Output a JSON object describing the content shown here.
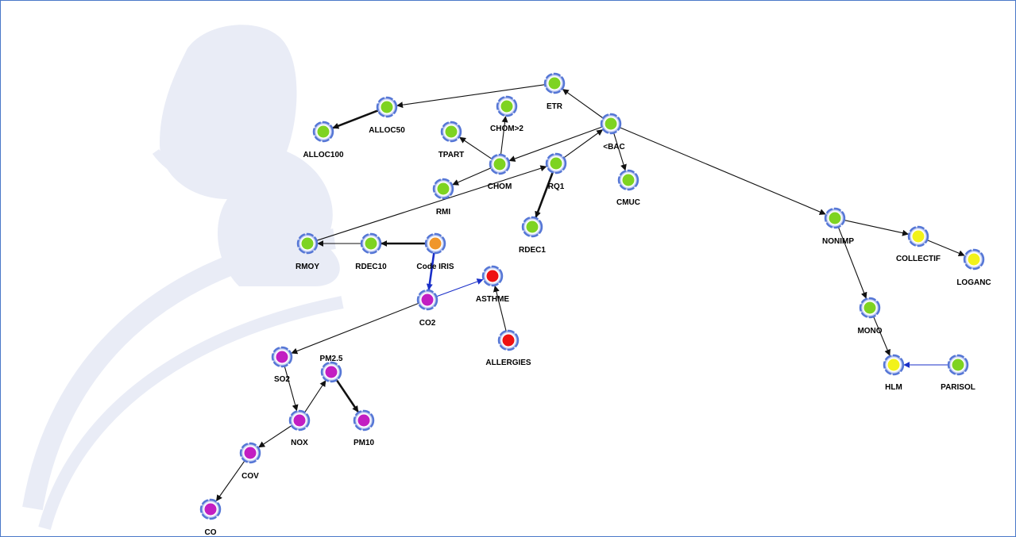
{
  "graph": {
    "nodes": [
      {
        "id": "ETR",
        "label": "ETR",
        "group": "socio"
      },
      {
        "id": "ALLOC50",
        "label": "ALLOC50",
        "group": "socio"
      },
      {
        "id": "ALLOC100",
        "label": "ALLOC100",
        "group": "socio"
      },
      {
        "id": "CHOM>2",
        "label": "CHOM>2",
        "group": "socio"
      },
      {
        "id": "TPART",
        "label": "TPART",
        "group": "socio"
      },
      {
        "id": "<BAC",
        "label": "<BAC",
        "group": "socio"
      },
      {
        "id": "CHOM",
        "label": "CHOM",
        "group": "socio"
      },
      {
        "id": "RQ1",
        "label": "RQ1",
        "group": "socio"
      },
      {
        "id": "RMI",
        "label": "RMI",
        "group": "socio"
      },
      {
        "id": "CMUC",
        "label": "CMUC",
        "group": "socio"
      },
      {
        "id": "RDEC1",
        "label": "RDEC1",
        "group": "socio"
      },
      {
        "id": "RMOY",
        "label": "RMOY",
        "group": "socio"
      },
      {
        "id": "RDEC10",
        "label": "RDEC10",
        "group": "socio"
      },
      {
        "id": "Code IRIS",
        "label": "Code IRIS",
        "group": "root"
      },
      {
        "id": "CO2",
        "label": "CO2",
        "group": "pollution"
      },
      {
        "id": "ASTHME",
        "label": "ASTHME",
        "group": "health"
      },
      {
        "id": "ALLERGIES",
        "label": "ALLERGIES",
        "group": "health"
      },
      {
        "id": "SO2",
        "label": "SO2",
        "group": "pollution"
      },
      {
        "id": "PM2.5",
        "label": "PM2.5",
        "group": "pollution"
      },
      {
        "id": "PM10",
        "label": "PM10",
        "group": "pollution"
      },
      {
        "id": "NOX",
        "label": "NOX",
        "group": "pollution"
      },
      {
        "id": "COV",
        "label": "COV",
        "group": "pollution"
      },
      {
        "id": "CO",
        "label": "CO",
        "group": "pollution"
      },
      {
        "id": "NONIMP",
        "label": "NONIMP",
        "group": "socio"
      },
      {
        "id": "COLLECTIF",
        "label": "COLLECTIF",
        "group": "housing"
      },
      {
        "id": "LOGANC",
        "label": "LOGANC",
        "group": "housing"
      },
      {
        "id": "MONO",
        "label": "MONO",
        "group": "socio"
      },
      {
        "id": "HLM",
        "label": "HLM",
        "group": "housing"
      },
      {
        "id": "PARISOL",
        "label": "PARISOL",
        "group": "socio"
      }
    ],
    "edges": [
      {
        "from": "ETR",
        "to": "ALLOC50",
        "style": "thin"
      },
      {
        "from": "ALLOC50",
        "to": "ALLOC100",
        "style": "bold"
      },
      {
        "from": "<BAC",
        "to": "ETR",
        "style": "thin"
      },
      {
        "from": "CHOM",
        "to": "CHOM>2",
        "style": "thin"
      },
      {
        "from": "CHOM",
        "to": "TPART",
        "style": "thin"
      },
      {
        "from": "CHOM",
        "to": "RMI",
        "style": "thin"
      },
      {
        "from": "<BAC",
        "to": "CHOM",
        "style": "thin"
      },
      {
        "from": "RQ1",
        "to": "<BAC",
        "style": "thin"
      },
      {
        "from": "<BAC",
        "to": "CMUC",
        "style": "thin"
      },
      {
        "from": "<BAC",
        "to": "NONIMP",
        "style": "thin"
      },
      {
        "from": "RQ1",
        "to": "RDEC1",
        "style": "bold"
      },
      {
        "from": "RMOY",
        "to": "RQ1",
        "style": "thin"
      },
      {
        "from": "RDEC10",
        "to": "RMOY",
        "style": "thin"
      },
      {
        "from": "Code IRIS",
        "to": "RDEC10",
        "style": "bold"
      },
      {
        "from": "Code IRIS",
        "to": "CO2",
        "style": "blue-bold"
      },
      {
        "from": "CO2",
        "to": "ASTHME",
        "style": "blue-thin"
      },
      {
        "from": "ALLERGIES",
        "to": "ASTHME",
        "style": "thin"
      },
      {
        "from": "CO2",
        "to": "SO2",
        "style": "thin"
      },
      {
        "from": "SO2",
        "to": "NOX",
        "style": "thin"
      },
      {
        "from": "NOX",
        "to": "PM2.5",
        "style": "thin"
      },
      {
        "from": "PM2.5",
        "to": "PM10",
        "style": "bold"
      },
      {
        "from": "NOX",
        "to": "COV",
        "style": "thin"
      },
      {
        "from": "COV",
        "to": "CO",
        "style": "thin"
      },
      {
        "from": "NONIMP",
        "to": "COLLECTIF",
        "style": "thin"
      },
      {
        "from": "COLLECTIF",
        "to": "LOGANC",
        "style": "thin"
      },
      {
        "from": "NONIMP",
        "to": "MONO",
        "style": "thin"
      },
      {
        "from": "MONO",
        "to": "HLM",
        "style": "thin"
      },
      {
        "from": "PARISOL",
        "to": "HLM",
        "style": "blue-thin"
      }
    ]
  },
  "colors": {
    "socio": "#7ed321",
    "housing": "#f2f21a",
    "pollution": "#c21ec2",
    "health": "#ee1111",
    "root": "#f0962a",
    "ring": "#5677d6",
    "edge": "#111111",
    "edge_blue": "#1a2fc9",
    "frame": "#4a78c8",
    "watermark": "#e9ecf6"
  }
}
